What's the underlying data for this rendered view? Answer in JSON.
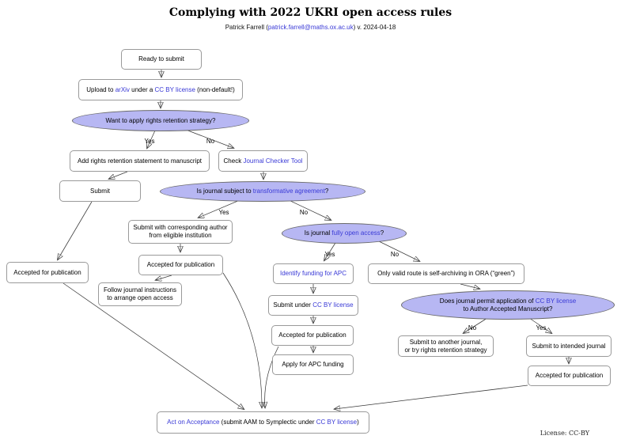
{
  "header": {
    "title": "Complying with 2022 UKRI open access rules",
    "author_prefix": "Patrick Farrell (",
    "author_email": "patrick.farrell@maths.ox.ac.uk",
    "author_suffix": ") v. 2024-04-18"
  },
  "footer": {
    "license": "License: CC-BY"
  },
  "colors": {
    "link": "#3939d6",
    "decision_fill": "#b7b7f3"
  },
  "labels": {
    "yes": "Yes",
    "no": "No"
  },
  "nodes": {
    "ready": {
      "parts": [
        {
          "text": "Ready to submit",
          "link": false
        }
      ]
    },
    "upload": {
      "parts": [
        {
          "text": "Upload to ",
          "link": false
        },
        {
          "text": "arXiv",
          "link": true
        },
        {
          "text": " under a ",
          "link": false
        },
        {
          "text": "CC BY license",
          "link": true
        },
        {
          "text": " (non-default!)",
          "link": false
        }
      ]
    },
    "rights_q": {
      "parts": [
        {
          "text": "Want to apply rights retention strategy?",
          "link": false
        }
      ]
    },
    "add_rights": {
      "parts": [
        {
          "text": "Add rights retention statement to manuscript",
          "link": false
        }
      ]
    },
    "check_jct": {
      "parts": [
        {
          "text": "Check ",
          "link": false
        },
        {
          "text": "Journal Checker Tool",
          "link": true
        }
      ]
    },
    "submit1": {
      "parts": [
        {
          "text": "Submit",
          "link": false
        }
      ]
    },
    "ta_q": {
      "parts": [
        {
          "text": "Is journal subject to ",
          "link": false
        },
        {
          "text": "transformative agreement",
          "link": true
        },
        {
          "text": "?",
          "link": false
        }
      ]
    },
    "submit_corr": {
      "lines": [
        "Submit with corresponding author",
        "from eligible institution"
      ]
    },
    "oa_q": {
      "parts": [
        {
          "text": "Is journal ",
          "link": false
        },
        {
          "text": "fully open access",
          "link": true
        },
        {
          "text": "?",
          "link": false
        }
      ]
    },
    "accepted_left": {
      "parts": [
        {
          "text": "Accepted for publication",
          "link": false
        }
      ]
    },
    "accepted_ta": {
      "parts": [
        {
          "text": "Accepted for publication",
          "link": false
        }
      ]
    },
    "follow": {
      "lines": [
        "Follow journal instructions",
        "to arrange open access"
      ]
    },
    "identify": {
      "parts": [
        {
          "text": "Identify funding for APC",
          "link": true
        }
      ]
    },
    "green": {
      "parts": [
        {
          "text": "Only valid route is self-archiving in ORA (“green”)",
          "link": false
        }
      ]
    },
    "submit_ccby": {
      "parts": [
        {
          "text": "Submit under ",
          "link": false
        },
        {
          "text": "CC BY license",
          "link": true
        }
      ]
    },
    "ccby_q": {
      "line1": [
        {
          "text": "Does journal permit application of ",
          "link": false
        },
        {
          "text": "CC BY license",
          "link": true
        }
      ],
      "line2": "to Author Accepted Manuscript?"
    },
    "accepted_apc": {
      "parts": [
        {
          "text": "Accepted for publication",
          "link": false
        }
      ]
    },
    "another": {
      "lines": [
        "Submit to another journal,",
        "or try rights retention strategy"
      ]
    },
    "intended": {
      "parts": [
        {
          "text": "Submit to intended journal",
          "link": false
        }
      ]
    },
    "apc": {
      "parts": [
        {
          "text": "Apply for APC funding",
          "link": false
        }
      ]
    },
    "accepted_green": {
      "parts": [
        {
          "text": "Accepted for publication",
          "link": false
        }
      ]
    },
    "act": {
      "parts": [
        {
          "text": "Act on Acceptance",
          "link": true
        },
        {
          "text": " (submit AAM to Symplectic under ",
          "link": false
        },
        {
          "text": "CC BY license",
          "link": true
        },
        {
          "text": ")",
          "link": false
        }
      ]
    }
  },
  "graph_edges": [
    {
      "from": "ready",
      "to": "upload",
      "label": ""
    },
    {
      "from": "upload",
      "to": "rights_q",
      "label": ""
    },
    {
      "from": "rights_q",
      "to": "add_rights",
      "label": "Yes"
    },
    {
      "from": "rights_q",
      "to": "check_jct",
      "label": "No"
    },
    {
      "from": "add_rights",
      "to": "submit1",
      "label": ""
    },
    {
      "from": "check_jct",
      "to": "ta_q",
      "label": ""
    },
    {
      "from": "submit1",
      "to": "accepted_left",
      "label": ""
    },
    {
      "from": "ta_q",
      "to": "submit_corr",
      "label": "Yes"
    },
    {
      "from": "ta_q",
      "to": "oa_q",
      "label": "No"
    },
    {
      "from": "submit_corr",
      "to": "accepted_ta",
      "label": ""
    },
    {
      "from": "accepted_ta",
      "to": "follow",
      "label": ""
    },
    {
      "from": "oa_q",
      "to": "identify",
      "label": "Yes"
    },
    {
      "from": "oa_q",
      "to": "green",
      "label": "No"
    },
    {
      "from": "identify",
      "to": "submit_ccby",
      "label": ""
    },
    {
      "from": "submit_ccby",
      "to": "accepted_apc",
      "label": ""
    },
    {
      "from": "accepted_apc",
      "to": "apc",
      "label": ""
    },
    {
      "from": "green",
      "to": "ccby_q",
      "label": ""
    },
    {
      "from": "ccby_q",
      "to": "another",
      "label": "No"
    },
    {
      "from": "ccby_q",
      "to": "intended",
      "label": "Yes"
    },
    {
      "from": "intended",
      "to": "accepted_green",
      "label": ""
    },
    {
      "from": "accepted_left",
      "to": "act",
      "label": ""
    },
    {
      "from": "accepted_ta",
      "to": "act",
      "label": ""
    },
    {
      "from": "accepted_apc",
      "to": "act",
      "label": ""
    },
    {
      "from": "accepted_green",
      "to": "act",
      "label": ""
    }
  ]
}
